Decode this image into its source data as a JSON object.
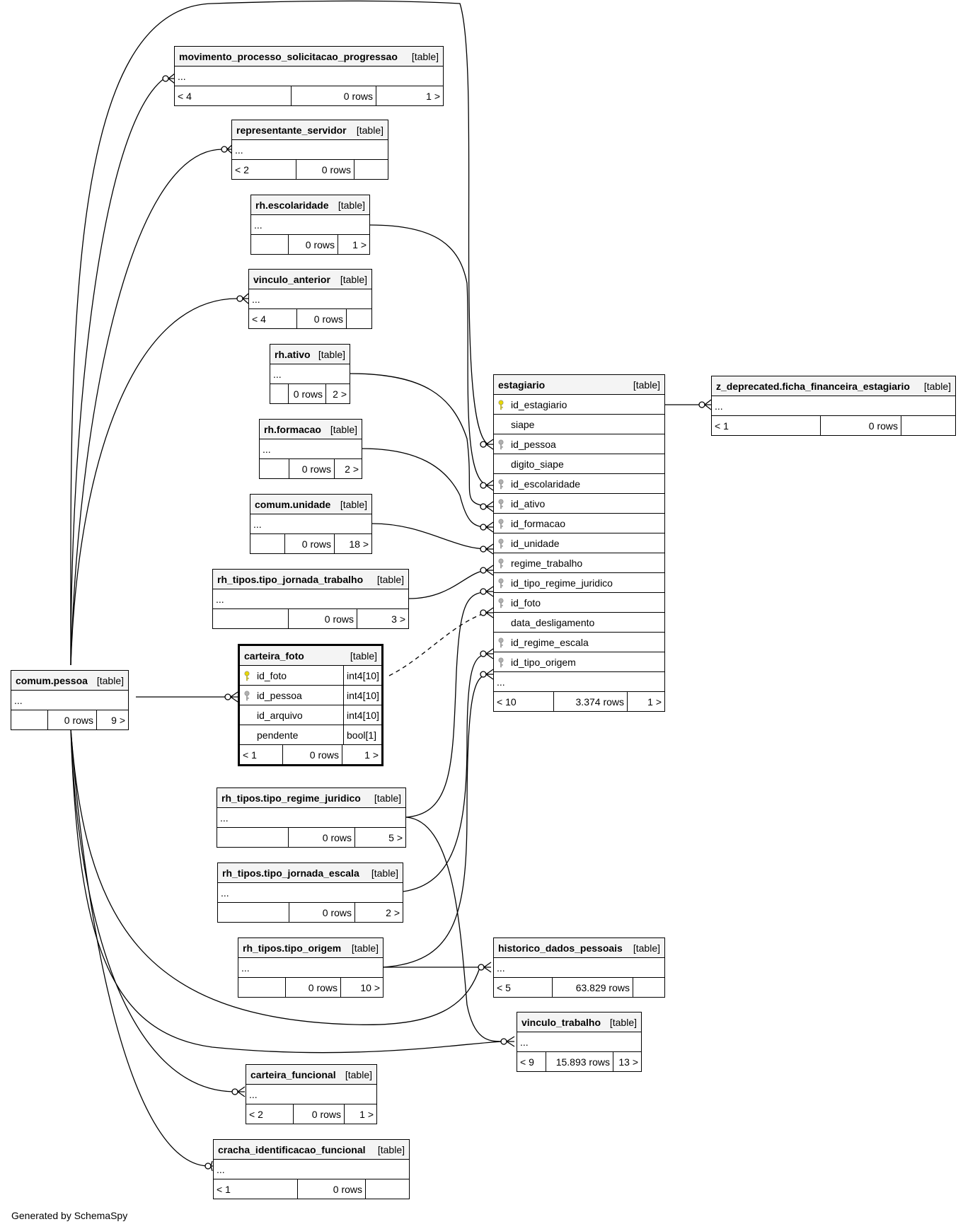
{
  "tables": [
    {
      "id": "movimento",
      "name": "movimento_processo_solicitacao_progressao",
      "kind": "[table]",
      "left": "< 4",
      "rows": "0 rows",
      "right": "1 >"
    },
    {
      "id": "representante",
      "name": "representante_servidor",
      "kind": "[table]",
      "left": "< 2",
      "rows": "0 rows",
      "right": ""
    },
    {
      "id": "escolaridade",
      "name": "rh.escolaridade",
      "kind": "[table]",
      "left": "",
      "rows": "0 rows",
      "right": "1 >"
    },
    {
      "id": "vinculo_ant",
      "name": "vinculo_anterior",
      "kind": "[table]",
      "left": "< 4",
      "rows": "0 rows",
      "right": ""
    },
    {
      "id": "ativo",
      "name": "rh.ativo",
      "kind": "[table]",
      "left": "",
      "rows": "0 rows",
      "right": "2 >"
    },
    {
      "id": "formacao",
      "name": "rh.formacao",
      "kind": "[table]",
      "left": "",
      "rows": "0 rows",
      "right": "2 >"
    },
    {
      "id": "unidade",
      "name": "comum.unidade",
      "kind": "[table]",
      "left": "",
      "rows": "0 rows",
      "right": "18 >"
    },
    {
      "id": "jornada_trab",
      "name": "rh_tipos.tipo_jornada_trabalho",
      "kind": "[table]",
      "left": "",
      "rows": "0 rows",
      "right": "3 >"
    },
    {
      "id": "pessoa",
      "name": "comum.pessoa",
      "kind": "[table]",
      "left": "",
      "rows": "0 rows",
      "right": "9 >"
    },
    {
      "id": "regime_jur",
      "name": "rh_tipos.tipo_regime_juridico",
      "kind": "[table]",
      "left": "",
      "rows": "0 rows",
      "right": "5 >"
    },
    {
      "id": "jornada_esc",
      "name": "rh_tipos.tipo_jornada_escala",
      "kind": "[table]",
      "left": "",
      "rows": "0 rows",
      "right": "2 >"
    },
    {
      "id": "origem",
      "name": "rh_tipos.tipo_origem",
      "kind": "[table]",
      "left": "",
      "rows": "0 rows",
      "right": "10 >"
    },
    {
      "id": "historico",
      "name": "historico_dados_pessoais",
      "kind": "[table]",
      "left": "< 5",
      "rows": "63.829 rows",
      "right": ""
    },
    {
      "id": "vinculo_trab",
      "name": "vinculo_trabalho",
      "kind": "[table]",
      "left": "< 9",
      "rows": "15.893 rows",
      "right": "13 >"
    },
    {
      "id": "carteira_func",
      "name": "carteira_funcional",
      "kind": "[table]",
      "left": "< 2",
      "rows": "0 rows",
      "right": "1 >"
    },
    {
      "id": "cracha",
      "name": "cracha_identificacao_funcional",
      "kind": "[table]",
      "left": "< 1",
      "rows": "0 rows",
      "right": ""
    },
    {
      "id": "ficha",
      "name": "z_deprecated.ficha_financeira_estagiario",
      "kind": "[table]",
      "left": "< 1",
      "rows": "0 rows",
      "right": ""
    }
  ],
  "ellipsis": "...",
  "carteira_foto": {
    "name": "carteira_foto",
    "kind": "[table]",
    "columns": [
      {
        "name": "id_foto",
        "type": "int4[10]",
        "key": "primary"
      },
      {
        "name": "id_pessoa",
        "type": "int4[10]",
        "key": "foreign"
      },
      {
        "name": "id_arquivo",
        "type": "int4[10]",
        "key": "none"
      },
      {
        "name": "pendente",
        "type": "bool[1]",
        "key": "none"
      }
    ],
    "left": "< 1",
    "rows": "0 rows",
    "right": "1 >"
  },
  "estagiario": {
    "name": "estagiario",
    "kind": "[table]",
    "columns": [
      {
        "name": "id_estagiario",
        "key": "primary"
      },
      {
        "name": "siape",
        "key": "none"
      },
      {
        "name": "id_pessoa",
        "key": "foreign"
      },
      {
        "name": "digito_siape",
        "key": "none"
      },
      {
        "name": "id_escolaridade",
        "key": "foreign"
      },
      {
        "name": "id_ativo",
        "key": "foreign"
      },
      {
        "name": "id_formacao",
        "key": "foreign"
      },
      {
        "name": "id_unidade",
        "key": "foreign"
      },
      {
        "name": "regime_trabalho",
        "key": "foreign"
      },
      {
        "name": "id_tipo_regime_juridico",
        "key": "foreign"
      },
      {
        "name": "id_foto",
        "key": "foreign"
      },
      {
        "name": "data_desligamento",
        "key": "none"
      },
      {
        "name": "id_regime_escala",
        "key": "foreign"
      },
      {
        "name": "id_tipo_origem",
        "key": "foreign"
      }
    ],
    "left": "< 10",
    "rows": "3.374 rows",
    "right": "1 >"
  },
  "key_colors": {
    "primary": "#e8d800",
    "foreign": "#b0b0b0"
  },
  "credit": "Generated by SchemaSpy"
}
